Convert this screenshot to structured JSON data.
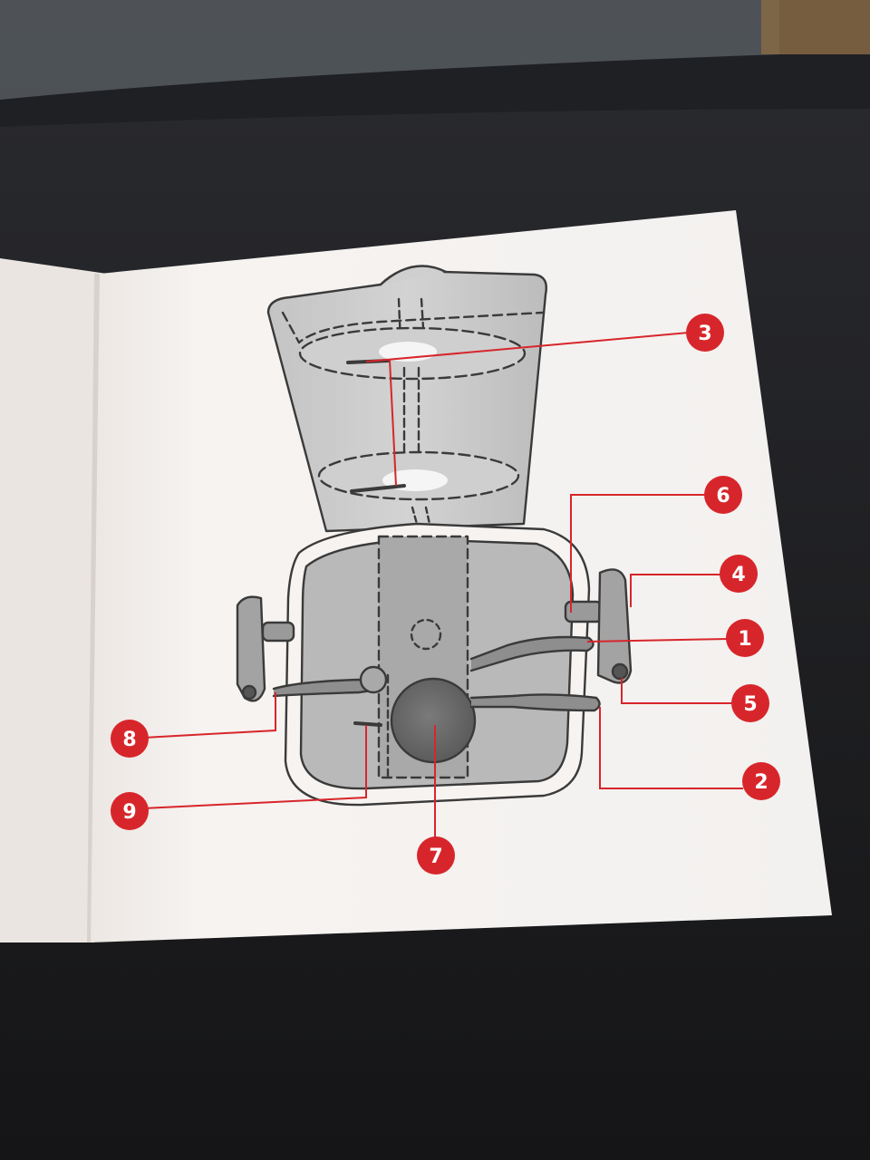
{
  "diagram": {
    "colors": {
      "accent": "#d7262b",
      "paper": "#f6f3f1",
      "outline": "#3a3a3a",
      "part_fill": "#b7b7b7",
      "part_dark": "#6d6d6d"
    },
    "callouts": [
      {
        "id": "1",
        "label": "1"
      },
      {
        "id": "2",
        "label": "2"
      },
      {
        "id": "3",
        "label": "3"
      },
      {
        "id": "4",
        "label": "4"
      },
      {
        "id": "5",
        "label": "5"
      },
      {
        "id": "6",
        "label": "6"
      },
      {
        "id": "7",
        "label": "7"
      },
      {
        "id": "8",
        "label": "8"
      },
      {
        "id": "9",
        "label": "9"
      }
    ]
  }
}
